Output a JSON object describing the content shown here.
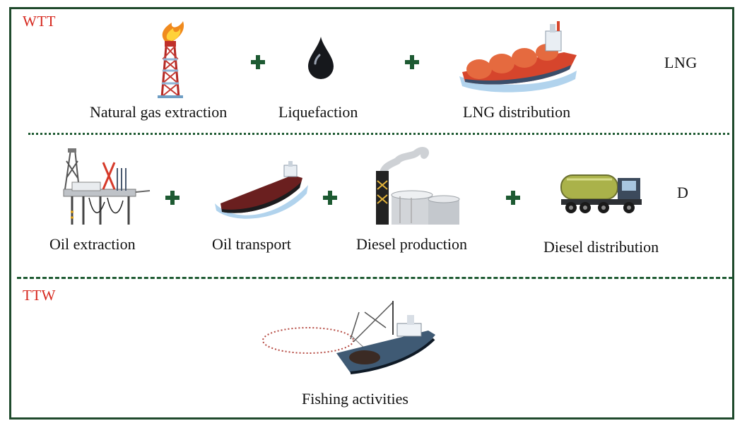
{
  "colors": {
    "frame": "#1f4a2c",
    "tag": "#d6281e",
    "plus": "#1d5a32",
    "divider": "#1f5b33"
  },
  "wtt": {
    "tag": "WTT",
    "lng_row": {
      "fuel_label": "LNG",
      "steps": [
        {
          "label": "Natural gas extraction",
          "icon": "gas-flare-icon"
        },
        {
          "label": "Liquefaction",
          "icon": "oil-drop-icon"
        },
        {
          "label": "LNG distribution",
          "icon": "lng-carrier-ship-icon"
        }
      ]
    },
    "diesel_row": {
      "fuel_label": "D",
      "steps": [
        {
          "label": "Oil extraction",
          "icon": "oil-rig-icon"
        },
        {
          "label": "Oil transport",
          "icon": "oil-tanker-ship-icon"
        },
        {
          "label": "Diesel production",
          "icon": "refinery-icon"
        },
        {
          "label": "Diesel distribution",
          "icon": "tanker-truck-icon"
        }
      ]
    }
  },
  "ttw": {
    "tag": "TTW",
    "steps": [
      {
        "label": "Fishing activities",
        "icon": "fishing-vessel-icon"
      }
    ]
  }
}
